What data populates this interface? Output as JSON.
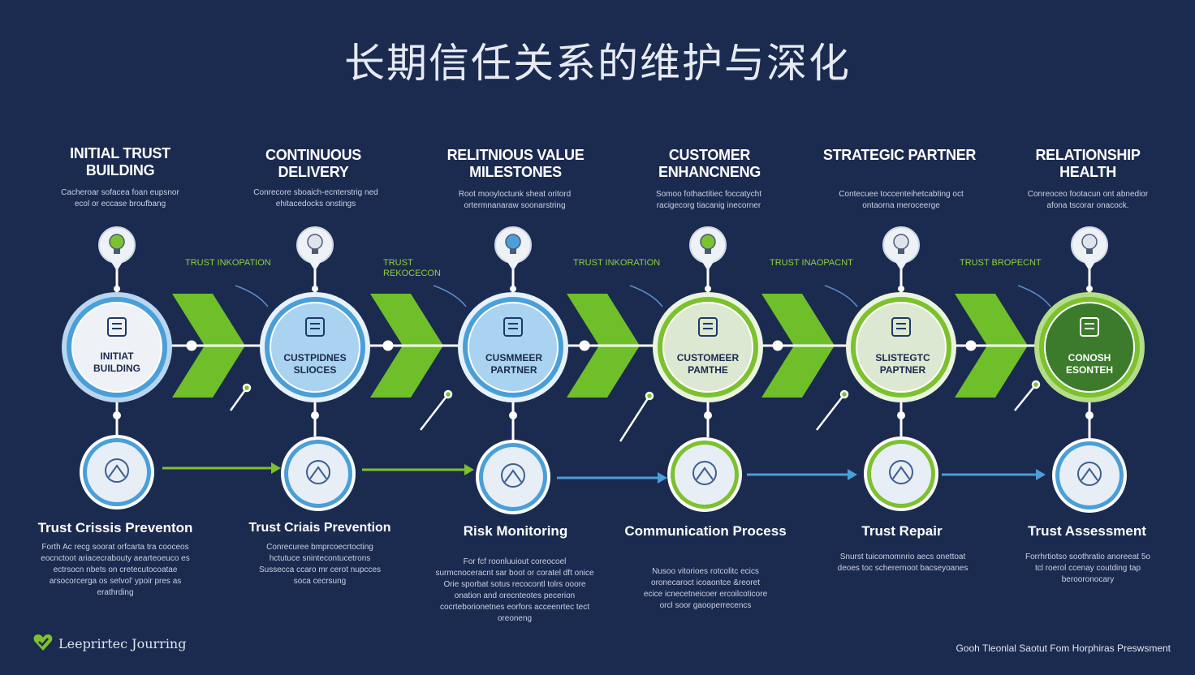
{
  "title": "长期信任关系的维护与深化",
  "stages": [
    {
      "heading": "INITIAL TRUST BUILDING",
      "desc": "Cacheroar sofacea foan eupsnor ecol or eccase broufbang",
      "circle_label": "INITIAT BUILDING",
      "theme": "white"
    },
    {
      "heading": "CONTINUOUS DELIVERY",
      "desc": "Conrecore sboaich-ecnterstrig ned ehitacedocks onstings",
      "circle_label": "CUSTPIDNES SLIOCES",
      "theme": "blue"
    },
    {
      "heading": "RELITNIOUS VALUE MILESTONES",
      "desc": "Root mooyloctunk sheat oritord ortermnanaraw soonarstring",
      "circle_label": "CUSMMEER PARTNER",
      "theme": "blue"
    },
    {
      "heading": "CUSTOMER ENHANCNENG",
      "desc": "Somoo fothactitiec foccatycht racigecorg tiacanig inecorner",
      "circle_label": "CUSTOMEER PAMTHE",
      "theme": "green"
    },
    {
      "heading": "STRATEGIC PARTNER",
      "desc": "Contecuee toccenteihetcabting oct ontaorna meroceerge",
      "circle_label": "SLISTEGTC PAPTNER",
      "theme": "green"
    },
    {
      "heading": "RELATIONSHIP HEALTH",
      "desc": "Conreoceo footacun ont abnedior afona tscorar onacock.",
      "circle_label": "CONOSH ESONTEH",
      "theme": "darkgreen"
    }
  ],
  "arrow_labels": [
    "TRUST INKOPATION",
    "TRUST REKOCECON",
    "TRUST INKORATION",
    "TRUST INAOPACNT",
    "TRUST BROPECNT"
  ],
  "bottom_items": [
    {
      "heading": "Trust Crissis Preventon",
      "desc": "Forth Ac recg soorat orfcarta tra cooceos eocnctoot ariacecrabouty aearteoeuco es ectrsocn nbets on cretecutocoatae arsocorcerga os setvol' ypoir pres as erathrding"
    },
    {
      "heading": "Trust Criais Prevention",
      "desc": "Conrecuree bmprcoecrtocting hctutuce snintecontucetrons Sussecca ccaro mr cerot nupcces soca cecrsung"
    },
    {
      "heading": "Risk Monitoring",
      "desc": "For fcf roonluuiout coreocoel surmcnoceracnt sar boot or coratel dft onice Orie sporbat sotus recocontl tolrs ooore onation and orecnteotes pecerion cocrteborionetnes eorfors acceenrtec tect oreoneng"
    },
    {
      "heading": "Communication Process",
      "desc": "Nusoo vitorioes rotcolitc ecics oronecaroct icoaontce &reoret ecice icnecetneicoer ercoilcoticore orcl soor gaooperrecencs"
    },
    {
      "heading": "Trust Repair",
      "desc": "Snurst tuicomomnrio aecs onettoat deoes toc scherernoot bacseyoanes"
    },
    {
      "heading": "Trust Assessment",
      "desc": "Forrhrtiotso soothratio anoreeat 5o tcl roerol ccenay coutding tap berooronocary"
    }
  ],
  "footer": {
    "logo_text": "Leeprirtec Jourring",
    "note": "Gooh Tleonlal Saotut Fom Horphiras Preswsment"
  },
  "colors": {
    "background": "#1b2a4f",
    "green": "#7cc12e",
    "blue": "#4a9fd8",
    "white_circle": "#eef1f6",
    "dark_green_circle": "#3c7a2c"
  },
  "icons": {
    "stage_icons": [
      "building-icon",
      "document-icon",
      "handshake-gear-icon",
      "book-icon",
      "binder-icon",
      "compass-icon"
    ],
    "bottom_icons": [
      "hand-shield-icon",
      "heart-icon",
      "handshake-icon",
      "people-icon",
      "heart-repair-icon",
      "assessment-icon"
    ],
    "pin_icons": [
      "lightbulb-icon",
      "lightbulb-icon",
      "lightbulb-icon",
      "lightbulb-icon",
      "lightbulb-icon",
      "lightbulb-icon"
    ]
  }
}
